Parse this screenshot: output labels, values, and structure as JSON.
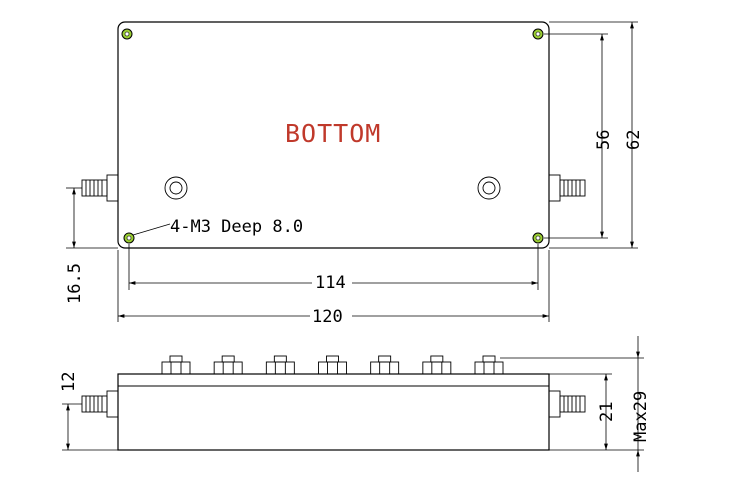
{
  "top_view": {
    "label": "BOTTOM",
    "hole_note": "4-M3 Deep 8.0",
    "dims": {
      "inner_width": "114",
      "outer_width": "120",
      "inner_height": "56",
      "outer_height": "62",
      "connector_offset": "16.5"
    }
  },
  "side_view": {
    "dims": {
      "connector_height": "12",
      "body_height": "21",
      "max_height": "Max29"
    },
    "tuning_screw_count": 7
  },
  "colors": {
    "line": "#000000",
    "label": "#c0392b",
    "hole_fill": "#9acd32"
  }
}
